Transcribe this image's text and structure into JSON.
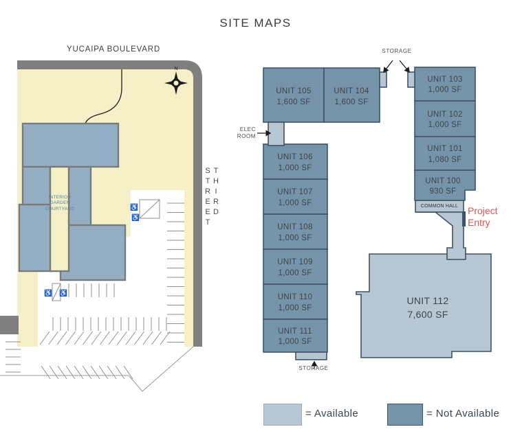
{
  "title": "SITE MAPS",
  "colors": {
    "available": "#b7c7d3",
    "not_available": "#7594aa",
    "outline": "#3e5266",
    "road": "#7f7f7f",
    "cream": "#f6f0c8",
    "building": "#94afc4",
    "entry_red": "#df5350",
    "text_dark": "#3d444c",
    "courtyard_blue": "#4d7fac"
  },
  "site_plan": {
    "street_top": "YUCAIPA BOULEVARD",
    "street_right": "THIRD STREET",
    "courtyard_label": "INTERIOR\nGARDEN\nCOURTYARD",
    "compass_label": "N"
  },
  "floor_plan": {
    "storage_top_label": "STORAGE",
    "storage_bottom_label": "STORAGE",
    "elec_room_label": "ELEC\nROOM",
    "common_hall_label": "COMMON HALL",
    "project_entry_label": "Project\nEntry",
    "units": [
      {
        "name": "UNIT 105",
        "size": "1,600 SF",
        "status": "not_available"
      },
      {
        "name": "UNIT 104",
        "size": "1,600 SF",
        "status": "not_available"
      },
      {
        "name": "UNIT 103",
        "size": "1,000 SF",
        "status": "not_available"
      },
      {
        "name": "UNIT 102",
        "size": "1,000 SF",
        "status": "not_available"
      },
      {
        "name": "UNIT 101",
        "size": "1,080 SF",
        "status": "not_available"
      },
      {
        "name": "UNIT 100",
        "size": "930 SF",
        "status": "not_available"
      },
      {
        "name": "UNIT 106",
        "size": "1,000 SF",
        "status": "not_available"
      },
      {
        "name": "UNIT 107",
        "size": "1,000 SF",
        "status": "not_available"
      },
      {
        "name": "UNIT 108",
        "size": "1,000 SF",
        "status": "not_available"
      },
      {
        "name": "UNIT 109",
        "size": "1,000 SF",
        "status": "not_available"
      },
      {
        "name": "UNIT 110",
        "size": "1,000 SF",
        "status": "not_available"
      },
      {
        "name": "UNIT 111",
        "size": "1,000 SF",
        "status": "not_available"
      },
      {
        "name": "UNIT 112",
        "size": "7,600 SF",
        "status": "available"
      }
    ]
  },
  "legend": {
    "available": "= Available",
    "not_available": "= Not Available"
  }
}
